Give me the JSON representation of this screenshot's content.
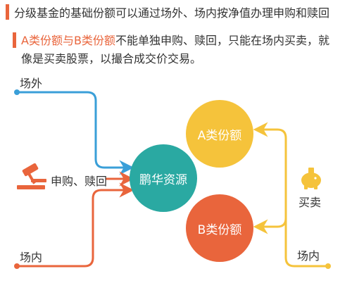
{
  "header": {
    "title": "分级基金的基础份额可以通过场外、场内按净值办理申购和赎回"
  },
  "subtitle": {
    "accent": "A类份额与B类份额",
    "line1_rest": "不能单独申购、赎回，只能在场内买卖，就",
    "line2": "像是买卖股票，以撮合成交价交易。"
  },
  "diagram": {
    "left_top_label": "场外",
    "left_mid_label": "申购、赎回",
    "left_bottom_label": "场内",
    "center_node": "鹏华资源",
    "node_a": "A类份额",
    "node_b": "B类份额",
    "right_mid_label": "买卖",
    "right_bottom_label": "场内"
  },
  "colors": {
    "accent": "#e9653c",
    "teal": "#2aa9a2",
    "yellow": "#f5c33b",
    "orange": "#e9653c",
    "blue_line": "#3a9fd8"
  },
  "icons": {
    "gavel": "gavel-icon",
    "piggy": "piggy-bank-icon"
  }
}
